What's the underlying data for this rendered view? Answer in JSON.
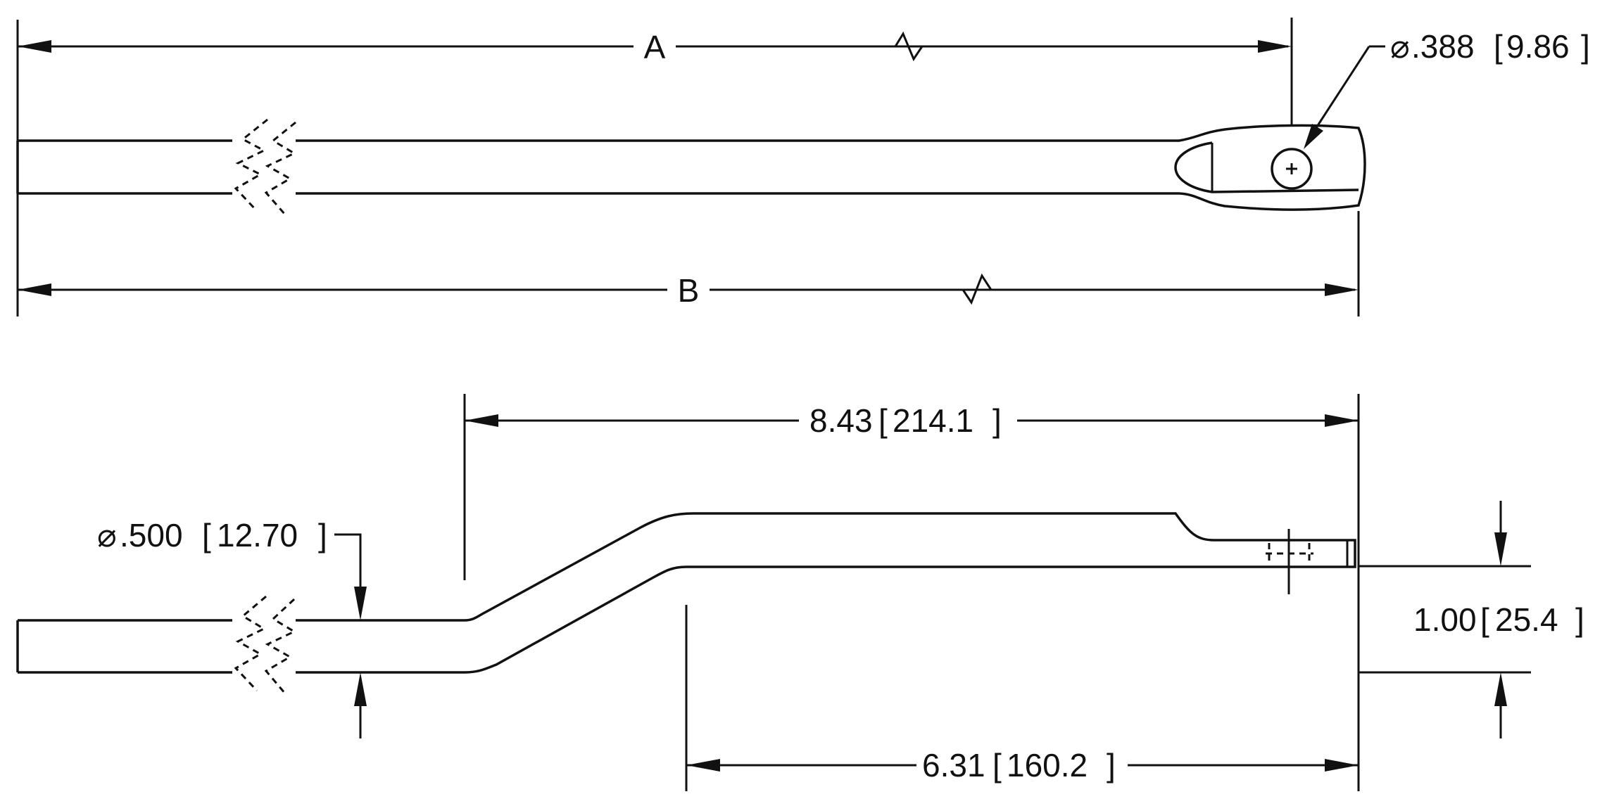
{
  "top_view": {
    "dim_a": {
      "label": "A"
    },
    "dim_b": {
      "label": "B"
    },
    "hole_dia": {
      "symbol": "⌀",
      "inch": ".388",
      "mm": "9.86"
    }
  },
  "side_view": {
    "dim_overall": {
      "inch": "8.43",
      "mm": "214.1"
    },
    "dim_flat": {
      "inch": "6.31",
      "mm": "160.2"
    },
    "dim_offset": {
      "inch": "1.00",
      "mm": "25.4"
    },
    "rod_dia": {
      "symbol": "⌀",
      "inch": ".500",
      "mm": "12.70"
    }
  }
}
